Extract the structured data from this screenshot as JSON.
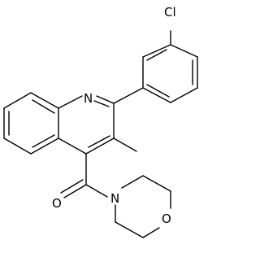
{
  "structure": {
    "atoms": {
      "chlorine": "Cl",
      "nitrogen_ring": "N",
      "oxygen_carbonyl": "O",
      "nitrogen_morpholine": "N",
      "oxygen_morpholine": "O"
    }
  }
}
